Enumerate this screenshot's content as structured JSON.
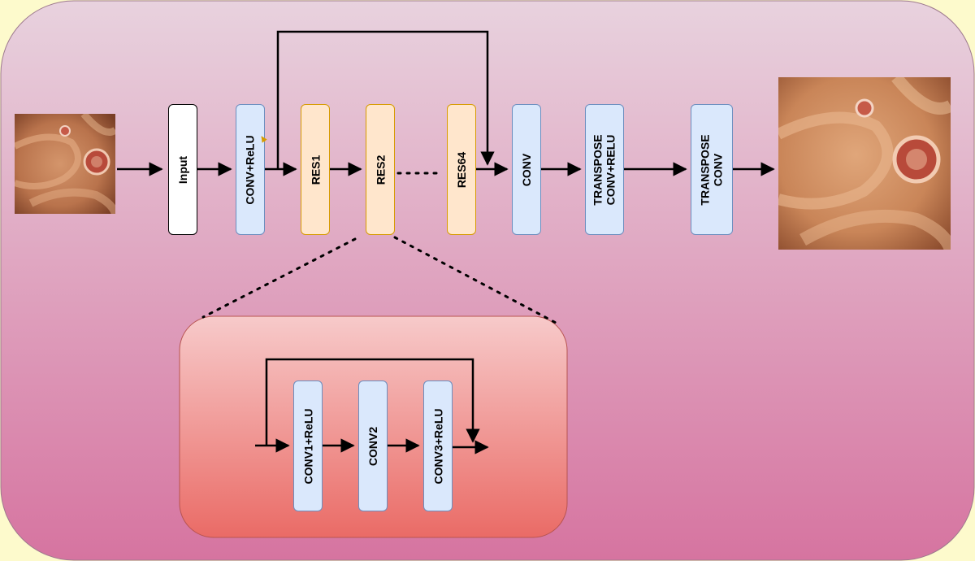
{
  "colors": {
    "outer_gradient_top": "#e8d2de",
    "outer_gradient_bottom": "#d674a0",
    "inner_gradient_top": "#f7caca",
    "inner_gradient_bottom": "#ea6b66",
    "block_blue": "#dae8fc",
    "block_orange": "#ffe6cc"
  },
  "main": {
    "input_label": "Input",
    "conv_relu_label": "CONV+ReLU",
    "res1_label": "RES1",
    "res2_label": "RES2",
    "res64_label": "RES64",
    "conv_label": "CONV",
    "transpose_conv_relu_label": "TRANSPOSE\nCONV+RELU",
    "transpose_conv_label": "TRANSPOSE\nCONV",
    "input_image_icon": "endoscopy-image-icon",
    "output_image_icon": "endoscopy-image-icon"
  },
  "residual_block": {
    "conv1_relu_label": "CONV1+ReLU",
    "conv2_label": "CONV2",
    "conv3_relu_label": "CONV3+ReLU"
  }
}
